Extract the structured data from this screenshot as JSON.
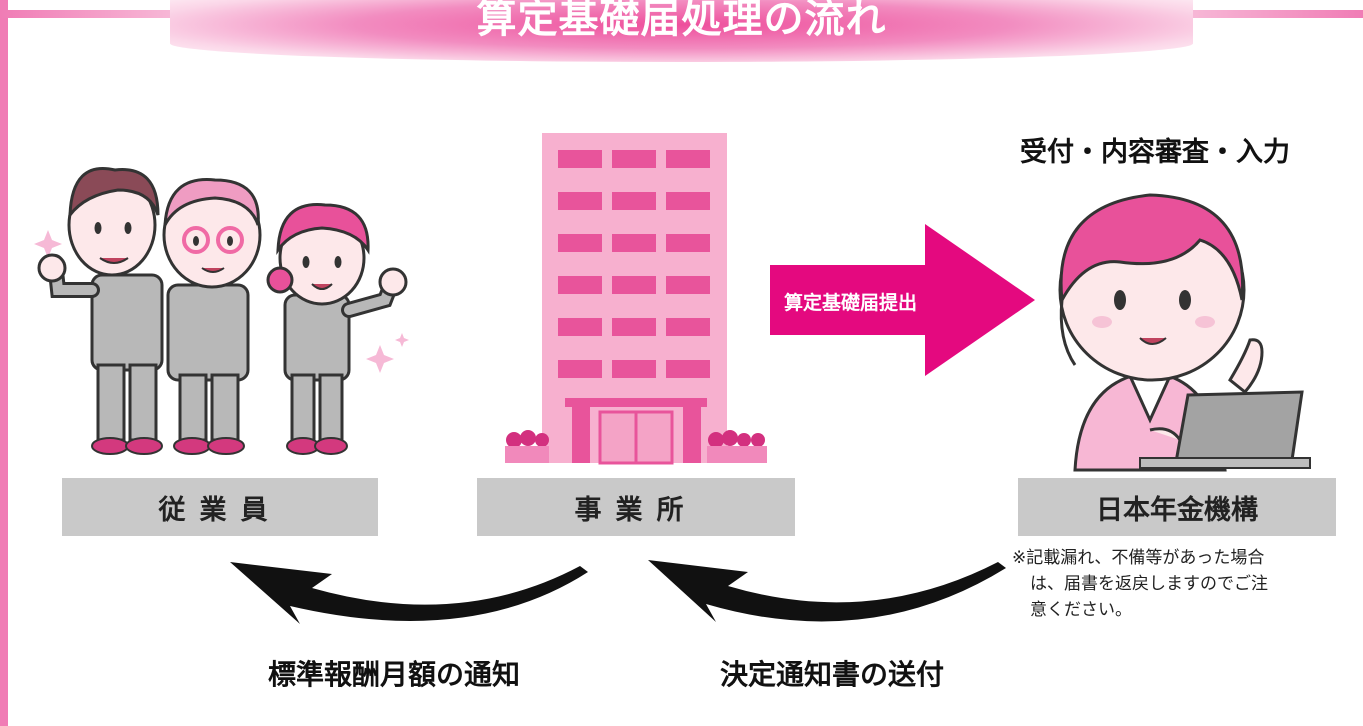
{
  "title": "算定基礎届処理の流れ",
  "parties": {
    "employees": "従業員",
    "office": "事業所",
    "pension_org": "日本年金機構"
  },
  "reception_label": "受付・内容審査・入力",
  "submit_label": "算定基礎届提出",
  "note": {
    "line1": "※記載漏れ、不備等があった場合",
    "line2": "は、届書を返戻しますのでご注",
    "line3": "意ください。"
  },
  "flows": {
    "to_employees": "標準報酬月額の通知",
    "to_office": "決定通知書の送付"
  },
  "colors": {
    "accent_pink": "#e4097f",
    "frame_pink": "#f07cb5",
    "building_pink": "#f7b0cf",
    "label_gray": "#c9c9c9"
  },
  "icons": {
    "workers": "three-workers-illustration",
    "building": "office-building-illustration",
    "staff": "pension-staff-illustration"
  }
}
